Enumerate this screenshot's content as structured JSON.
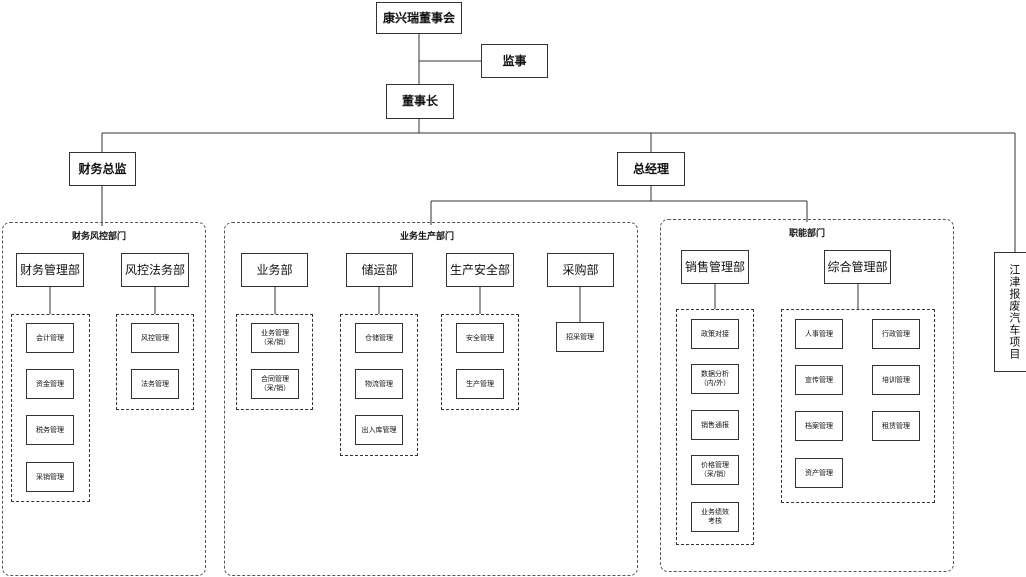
{
  "board": "康兴瑞董事会",
  "supervisor": "监事",
  "chairman": "董事长",
  "cfo": "财务总监",
  "gm": "总经理",
  "side_project": "江津报废汽车项目",
  "groups": {
    "finance_risk": "财务风控部门",
    "business_production": "业务生产部门",
    "functional": "职能部门"
  },
  "departments": {
    "finance_mgmt": {
      "name": "财务管理部",
      "items": [
        "会计管理",
        "资金管理",
        "税务管理",
        "采销管理"
      ]
    },
    "risk_legal": {
      "name": "风控法务部",
      "items": [
        "风控管理",
        "法务管理"
      ]
    },
    "business": {
      "name": "业务部",
      "items": [
        "业务管理\n（采/销）",
        "合同管理\n（采/销）"
      ]
    },
    "storage": {
      "name": "储运部",
      "items": [
        "仓储管理",
        "物流管理",
        "出入库管理"
      ]
    },
    "safety": {
      "name": "生产安全部",
      "items": [
        "安全管理",
        "生产管理"
      ]
    },
    "purchasing": {
      "name": "采购部",
      "items": [
        "招采管理"
      ]
    },
    "sales_mgmt": {
      "name": "销售管理部",
      "items": [
        "政策对接",
        "数据分析\n（内/外）",
        "销售通报",
        "价格管理\n（采/销）",
        "业务绩效\n考核"
      ]
    },
    "general_mgmt": {
      "name": "综合管理部",
      "items": [
        "人事管理",
        "行政管理",
        "宣传管理",
        "培训管理",
        "档案管理",
        "租赁管理",
        "资产管理"
      ]
    }
  }
}
